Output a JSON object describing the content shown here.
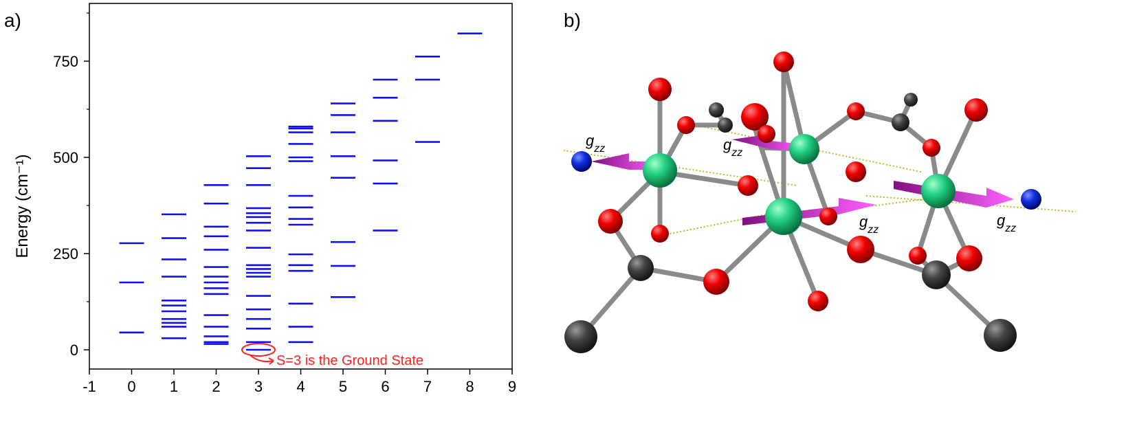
{
  "panel_labels": {
    "a": "a)",
    "b": "b)"
  },
  "chart_data": {
    "type": "scatter",
    "marker": "horizontal-dash",
    "color": "#1010ee",
    "title": "",
    "xlabel": "",
    "ylabel": "Energy (cm⁻¹)",
    "xlim": [
      -1,
      9
    ],
    "ylim": [
      -50,
      900
    ],
    "xticks": [
      -1,
      0,
      1,
      2,
      3,
      4,
      5,
      6,
      7,
      8,
      9
    ],
    "yticks": [
      0,
      250,
      500,
      750
    ],
    "grid": false,
    "series": [
      {
        "x": 0,
        "values": [
          45,
          175,
          277
        ]
      },
      {
        "x": 1,
        "values": [
          30,
          60,
          70,
          80,
          100,
          115,
          128,
          190,
          235,
          290,
          352
        ]
      },
      {
        "x": 2,
        "values": [
          15,
          20,
          35,
          60,
          90,
          145,
          160,
          175,
          190,
          215,
          260,
          295,
          320,
          380,
          428
        ]
      },
      {
        "x": 3,
        "values": [
          0,
          20,
          55,
          80,
          105,
          140,
          190,
          200,
          210,
          220,
          265,
          310,
          330,
          345,
          355,
          368,
          428,
          472,
          503
        ]
      },
      {
        "x": 4,
        "values": [
          20,
          60,
          120,
          205,
          220,
          248,
          325,
          340,
          370,
          400,
          490,
          500,
          535,
          565,
          575,
          580
        ]
      },
      {
        "x": 5,
        "values": [
          137,
          218,
          280,
          447,
          503,
          565,
          610,
          640
        ]
      },
      {
        "x": 6,
        "values": [
          310,
          432,
          492,
          595,
          655,
          702
        ]
      },
      {
        "x": 7,
        "values": [
          540,
          702,
          762
        ]
      },
      {
        "x": 8,
        "values": [
          822
        ]
      }
    ],
    "annotation": {
      "text": "S=3 is the Ground State",
      "x": 3,
      "y": 0
    }
  },
  "molecule_labels": {
    "gzz1": "g",
    "gzz2": "g",
    "gzz3": "g",
    "gzz4": "g",
    "sub": "zz"
  },
  "colors": {
    "oxygen": "#e00000",
    "metal": "#2ed88a",
    "carbon": "#3a3a3a",
    "nitrogen": "#1020d0",
    "bond": "#8a8a8a",
    "arrow": "#c020c0",
    "dotted": "#b8b820"
  }
}
